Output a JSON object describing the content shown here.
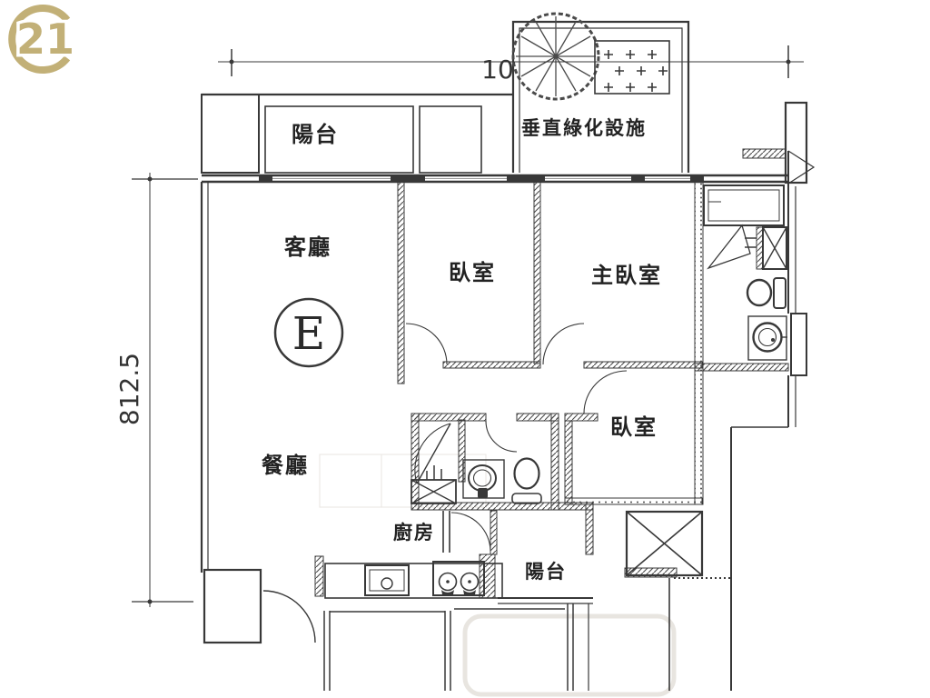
{
  "logo": {
    "brand": "Century 21",
    "number": "21",
    "color": "#c2b077"
  },
  "dimensions": {
    "top_width": "10",
    "left_height": "812.5"
  },
  "unit": {
    "marker": "E"
  },
  "rooms": {
    "balcony_top": "陽台",
    "green_facility": "垂直綠化設施",
    "living": "客廳",
    "bedroom_a": "臥室",
    "master": "主臥室",
    "bedroom_b": "臥室",
    "dining": "餐廳",
    "kitchen": "廚房",
    "balcony_bottom": "陽台"
  },
  "fixtures": [
    "tree-icon",
    "planter-icon",
    "bathtub-icon",
    "toilet-icon",
    "washbasin-icon",
    "shower-door-icon",
    "laundry-x-icon",
    "kitchen-sink-icon",
    "gas-stove-icon",
    "elevator-shaft-x-icon",
    "entry-door-icon"
  ],
  "colors": {
    "line": "#383838",
    "gold": "#c2b077",
    "paper": "#ffffff",
    "window": "#999999"
  }
}
